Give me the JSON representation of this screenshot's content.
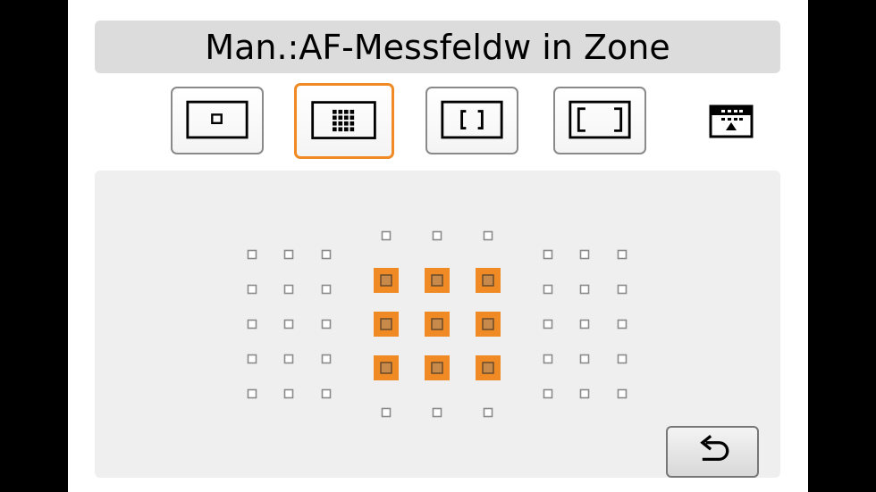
{
  "title": "Man.:AF-Messfeldw in Zone",
  "af_modes": [
    {
      "name": "single-point-af",
      "selected": false
    },
    {
      "name": "zone-af",
      "selected": true
    },
    {
      "name": "large-zone-af-vertical",
      "selected": false
    },
    {
      "name": "large-zone-af-horizontal",
      "selected": false
    }
  ],
  "info_icon": "af-area-display-icon",
  "back_icon": "return-arrow-icon",
  "colors": {
    "accent": "#f08a24",
    "point_active": "#f08a24",
    "point_inactive": "#8a8a8a",
    "panel_bg": "#efefef"
  }
}
